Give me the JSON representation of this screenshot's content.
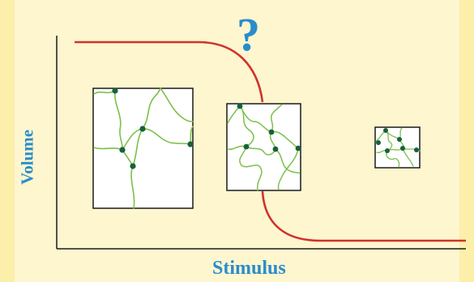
{
  "diagram": {
    "y_axis_label": "Volume",
    "x_axis_label": "Stimulus",
    "question_mark": "?",
    "curve_color": "#d0332b",
    "label_color": "#2a8ccc",
    "strand_color": "#7cc04a",
    "crosslink_color": "#17613a",
    "background_color": "#fdf6cf",
    "network_boxes": [
      {
        "name": "swollen-network",
        "state": "large"
      },
      {
        "name": "transition-network",
        "state": "medium"
      },
      {
        "name": "collapsed-network",
        "state": "small"
      }
    ]
  }
}
